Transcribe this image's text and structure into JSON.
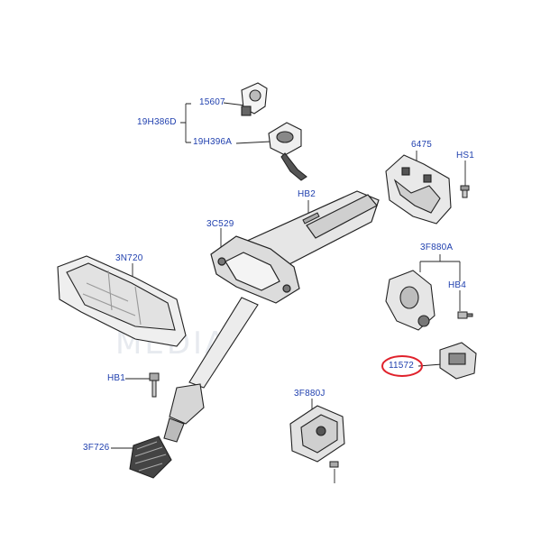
{
  "diagram": {
    "watermark": "MEDIA",
    "highlighted_part": "11572",
    "labels": {
      "p15607": "15607",
      "p19H386D": "19H386D",
      "p19H396A": "19H396A",
      "p6475": "6475",
      "pHS1": "HS1",
      "pHB2": "HB2",
      "p3C529": "3C529",
      "p3F880A": "3F880A",
      "pHB4": "HB4",
      "p3N720": "3N720",
      "p11572": "11572",
      "pHB1": "HB1",
      "p3F880J": "3F880J",
      "p3F726": "3F726"
    },
    "colors": {
      "label": "#1f3fae",
      "highlight": "#e0212b",
      "line": "#222222",
      "watermark": "#dfe3ea"
    }
  }
}
